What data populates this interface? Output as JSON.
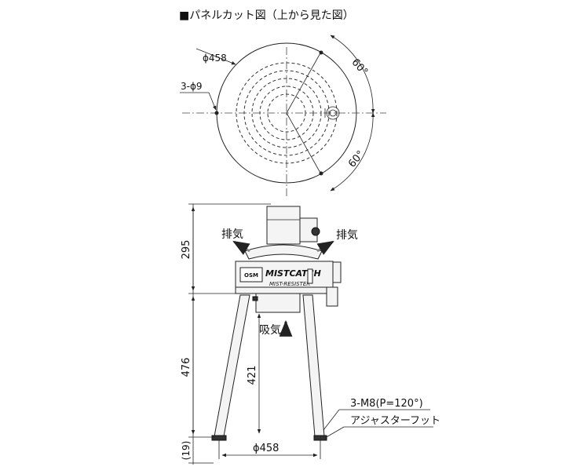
{
  "title": "■パネルカット図（上から見た図）",
  "top_view": {
    "diameter_label": "ϕ458",
    "hole_label": "3-ϕ9",
    "angle_upper": "60°",
    "angle_lower": "60°"
  },
  "side_view": {
    "exhaust_left": "排気",
    "exhaust_right": "排気",
    "intake": "吸気",
    "brand_main": "MISTCATCH",
    "brand_sub": "MIST-RESISTER",
    "dim_top_height": "295",
    "dim_leg_height": "476",
    "dim_inner_height": "421",
    "dim_foot": "(19)",
    "dim_base_width": "ϕ458",
    "bolt_label": "3-M8(P=120°)",
    "foot_label": "アジャスターフット"
  }
}
